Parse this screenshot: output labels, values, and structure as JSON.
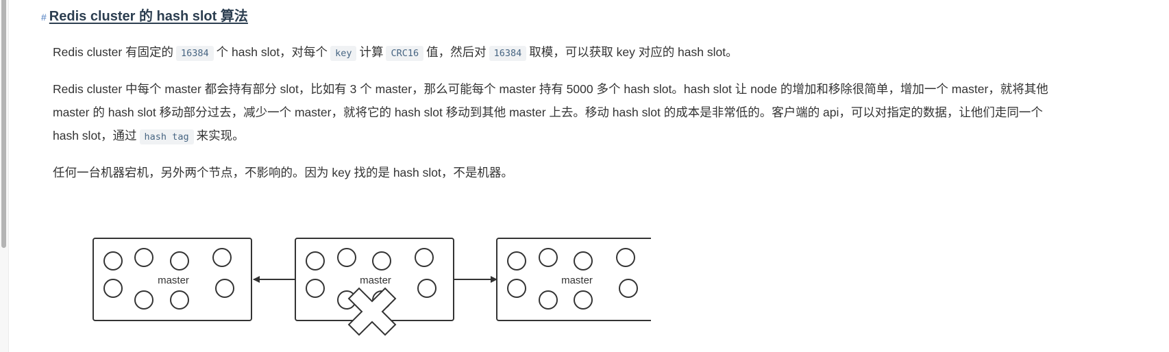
{
  "heading": {
    "anchor": "#",
    "title": "Redis cluster 的 hash slot 算法"
  },
  "paragraph1": {
    "t1": "Redis cluster 有固定的",
    "code1": "16384",
    "t2": "个 hash slot，对每个",
    "code2": "key",
    "t3": "计算",
    "code3": "CRC16",
    "t4": "值，然后对",
    "code4": "16384",
    "t5": "取模，可以获取 key 对应的 hash slot。"
  },
  "paragraph2": {
    "line1": "Redis cluster 中每个 master 都会持有部分 slot，比如有 3 个 master，那么可能每个 master 持有 5000 多个 hash slot。hash slot 让 node 的增加和移除很简单，增加一个 master，就将其他",
    "line2": "master 的 hash slot 移动部分过去，减少一个 master，就将它的 hash slot 移动到其他 master 上去。移动 hash slot 的成本是非常低的。客户端的 api，可以对指定的数据，让他们走同一个",
    "line3_start": "hash slot，通过",
    "code": "hash tag",
    "line3_end": "来实现。"
  },
  "paragraph3": {
    "text": "任何一台机器宕机，另外两个节点，不影响的。因为 key 找的是 hash slot，不是机器。"
  },
  "diagram": {
    "nodes": [
      {
        "label": "master",
        "failed": false
      },
      {
        "label": "master",
        "failed": true
      },
      {
        "label": "master",
        "failed": false
      }
    ]
  }
}
